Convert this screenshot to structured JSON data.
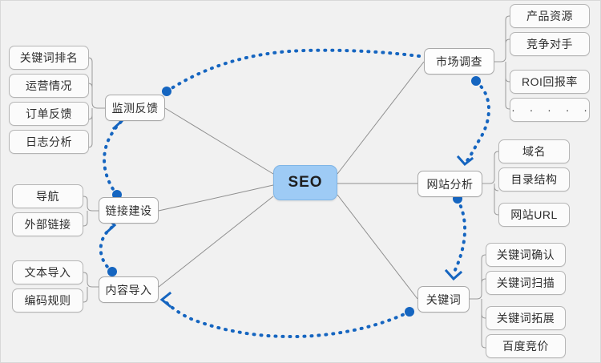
{
  "diagram": {
    "title": "SEO",
    "background_color": "#f1f1f1",
    "hub": {
      "label": "SEO",
      "color": "#9ecbf5"
    },
    "flow_color": "#1565c0",
    "link_color": "#8f8f8f",
    "branches": [
      {
        "id": "monitor-feedback",
        "label": "监测反馈",
        "leaves": [
          "关键词排名",
          "运营情况",
          "订单反馈",
          "日志分析"
        ]
      },
      {
        "id": "link-building",
        "label": "链接建设",
        "leaves": [
          "导航",
          "外部链接"
        ]
      },
      {
        "id": "content-import",
        "label": "内容导入",
        "leaves": [
          "文本导入",
          "编码规则"
        ]
      },
      {
        "id": "market-research",
        "label": "市场调查",
        "leaves": [
          "产品资源",
          "竞争对手",
          "ROI回报率",
          "· · · · ·"
        ]
      },
      {
        "id": "site-analysis",
        "label": "网站分析",
        "leaves": [
          "域名",
          "目录结构",
          "网站URL"
        ]
      },
      {
        "id": "keyword",
        "label": "关键词",
        "leaves": [
          "关键词确认",
          "关键词扫描",
          "关键词拓展",
          "百度竞价"
        ]
      }
    ],
    "flow_sequence": [
      {
        "from": "content-import",
        "to": "link-building"
      },
      {
        "from": "link-building",
        "to": "monitor-feedback"
      },
      {
        "from": "monitor-feedback",
        "to": "market-research"
      },
      {
        "from": "market-research",
        "to": "site-analysis"
      },
      {
        "from": "site-analysis",
        "to": "keyword"
      },
      {
        "from": "keyword",
        "to": "content-import"
      }
    ]
  }
}
